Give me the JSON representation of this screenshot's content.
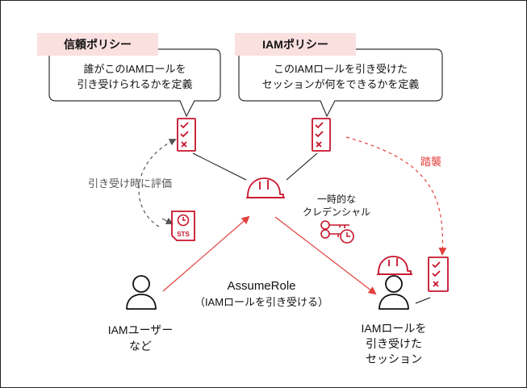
{
  "trust_policy": {
    "tag": "信頼ポリシー",
    "bubble_line1": "誰がこのIAMロールを",
    "bubble_line2": "引き受けられるかを定義"
  },
  "iam_policy": {
    "tag": "IAMポリシー",
    "bubble_line1": "このIAMロールを引き受けた",
    "bubble_line2": "セッションが何をできるかを定義"
  },
  "evaluate_label": "引き受け時に評価",
  "inherit_label": "踏襲",
  "temp_credential_line1": "一時的な",
  "temp_credential_line2": "クレデンシャル",
  "sts_label": "STS",
  "assume_role_line1": "AssumeRole",
  "assume_role_line2": "（IAMロールを引き受ける）",
  "user_label_line1": "IAMユーザー",
  "user_label_line2": "など",
  "session_label_line1": "IAMロールを",
  "session_label_line2": "引き受けた",
  "session_label_line3": "セッション",
  "colors": {
    "accent": "#c7132b",
    "arrow": "#e0413c",
    "tag_bg": "#fbe0e0"
  }
}
